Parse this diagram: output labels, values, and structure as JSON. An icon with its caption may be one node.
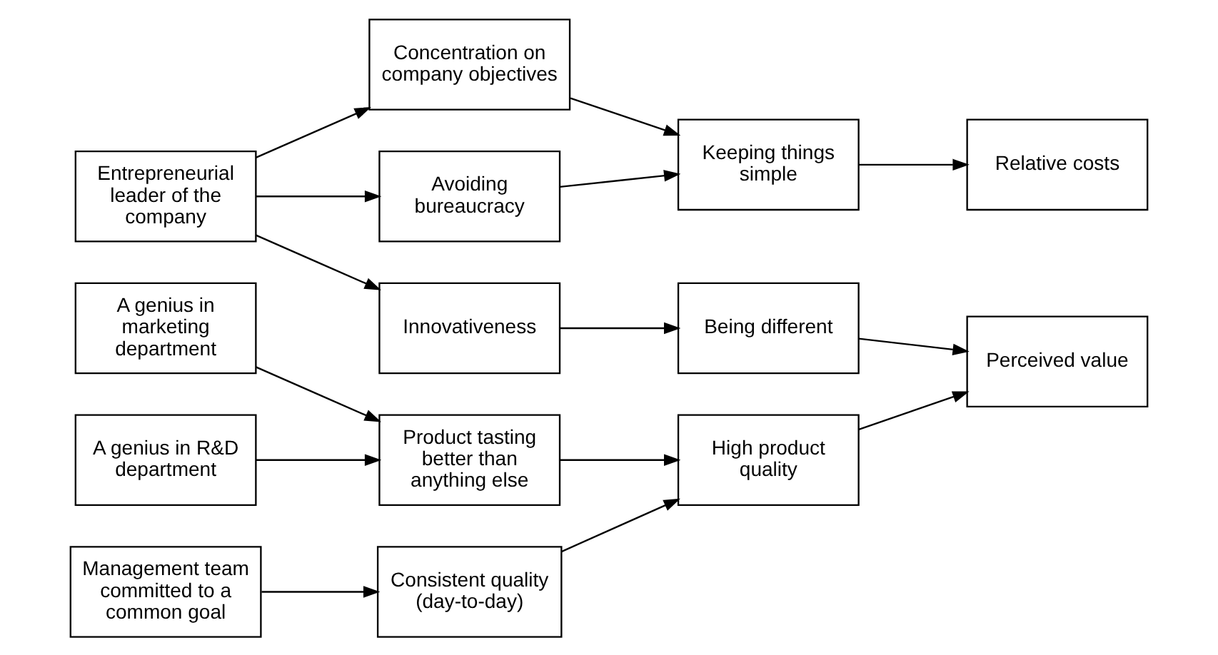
{
  "diagram": {
    "nodes": [
      {
        "text": [
          "Entrepreneurial leader of the company"
        ]
      },
      {
        "text": [
          "A genius in marketing department"
        ]
      },
      {
        "text": [
          "A genius in R&D department"
        ]
      },
      {
        "text": [
          "Management team committed to a common goal"
        ]
      },
      {
        "text": [
          "Concentration on company objectives"
        ]
      },
      {
        "text": [
          "Avoiding bureaucracy"
        ]
      },
      {
        "text": [
          "Innovativeness"
        ]
      },
      {
        "text": [
          "Product tasting better than anything else"
        ]
      },
      {
        "text": [
          "Consistent quality (day-to-day)"
        ]
      },
      {
        "text": [
          "Keeping things simple"
        ]
      },
      {
        "text": [
          "Being different"
        ]
      },
      {
        "text": [
          "High product quality"
        ]
      },
      {
        "text": [
          "Relative costs"
        ]
      },
      {
        "text": [
          "Perceived value"
        ]
      }
    ],
    "edges": [
      {
        "from": 0,
        "to": 4,
        "arrow": "to"
      },
      {
        "from": 0,
        "to": 5,
        "arrow": "to"
      },
      {
        "from": 0,
        "to": 6,
        "arrow": "to"
      },
      {
        "from": 1,
        "to": 7,
        "arrow": "to"
      },
      {
        "from": 2,
        "to": 7,
        "arrow": "to"
      },
      {
        "from": 3,
        "to": 8,
        "arrow": "to"
      },
      {
        "from": 4,
        "to": 9,
        "arrow": "to"
      },
      {
        "from": 5,
        "to": 9,
        "arrow": "to"
      },
      {
        "from": 6,
        "to": 10,
        "arrow": "to"
      },
      {
        "from": 7,
        "to": 11,
        "arrow": "to"
      },
      {
        "from": 8,
        "to": 11,
        "arrow": "to"
      },
      {
        "from": 9,
        "to": 12,
        "arrow": "to"
      },
      {
        "from": 10,
        "to": 13,
        "arrow": "to"
      },
      {
        "from": 11,
        "to": 13,
        "arrow": "to"
      }
    ]
  }
}
